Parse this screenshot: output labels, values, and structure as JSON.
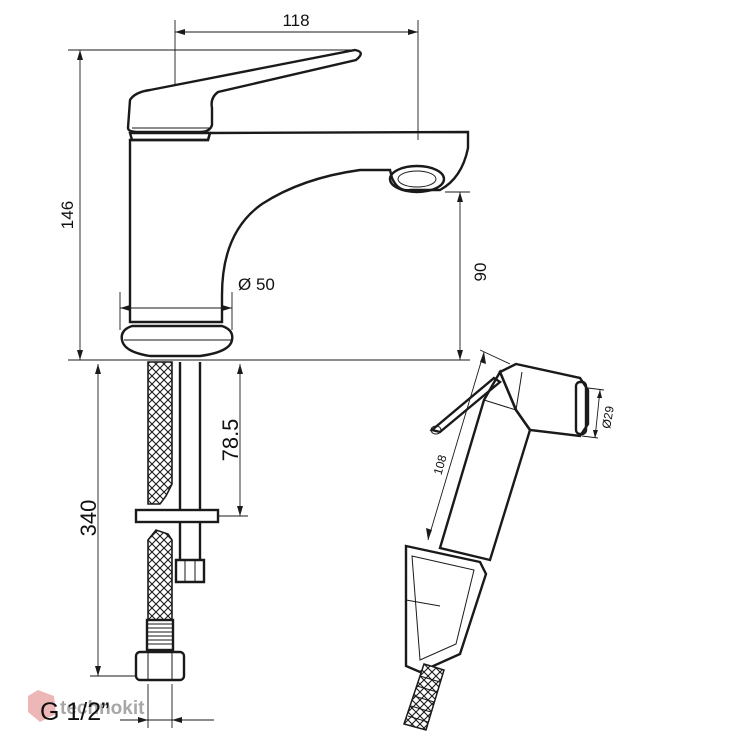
{
  "dimensions": {
    "width_top": "118",
    "height_total": "146",
    "spout_height": "90",
    "base_diameter": "Ø 50",
    "hose_length": "340",
    "hose_fitting": "78.5",
    "shower_length": "108",
    "shower_diameter": "Ø29"
  },
  "thread_label": "G 1/2”",
  "watermark": "technokit",
  "colors": {
    "line": "#1a1a1a",
    "watermark_logo": "#e8a0a0"
  }
}
